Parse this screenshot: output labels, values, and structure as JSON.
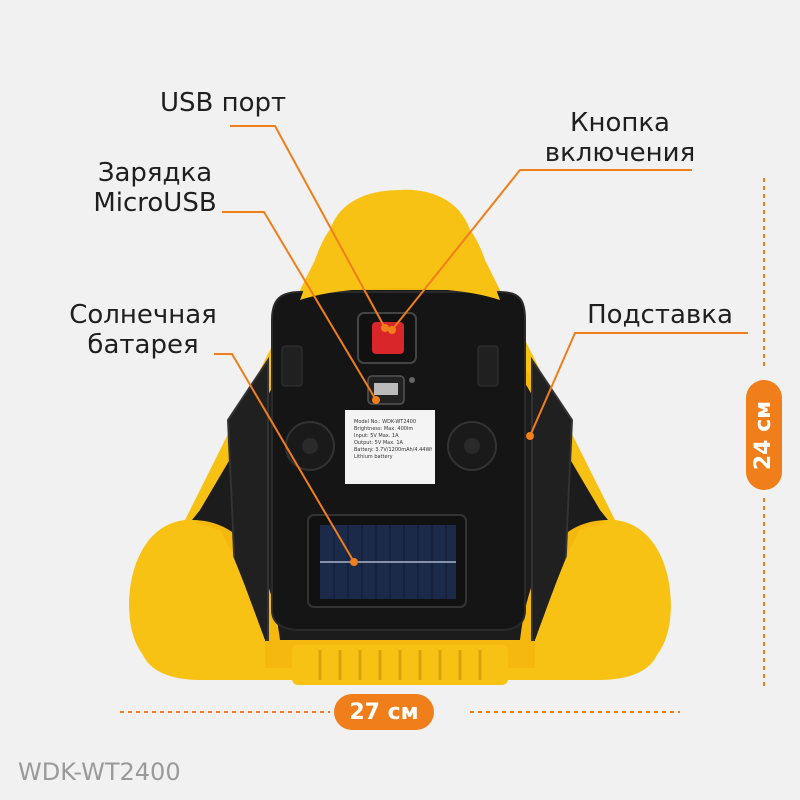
{
  "labels": {
    "usb_port": "USB порт",
    "power_button_line1": "Кнопка",
    "power_button_line2": "включения",
    "charging_line1": "Зарядка",
    "charging_line2": "MicroUSB",
    "solar_line1": "Солнечная",
    "solar_line2": "батарея",
    "stand": "Подставка"
  },
  "dimensions": {
    "width": "27 см",
    "height": "24 см"
  },
  "model": "WDK-WT2400",
  "sticker": {
    "lines": [
      "Model No.: WDK-WT2400",
      "Brightness: Max. 400lm",
      "Input: 5V Max. 1A",
      "Output: 5V Max. 1A",
      "Battery: 3.7V/1200mAh/4.44Wh",
      "Lithium battery"
    ]
  },
  "colors": {
    "accent": "#f07e1a",
    "yellow": "#f7c214",
    "body": "#1c1c1c",
    "button": "#d8262a"
  }
}
